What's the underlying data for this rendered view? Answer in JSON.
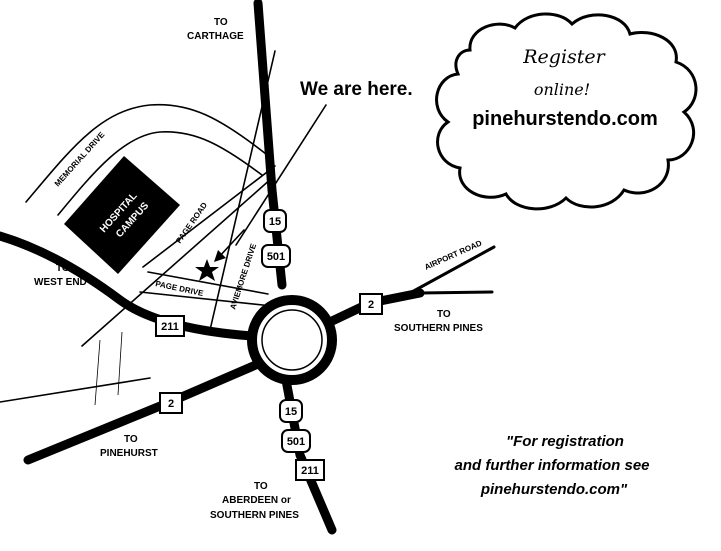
{
  "map": {
    "labels": {
      "to_carthage_to": "TO",
      "to_carthage": "CARTHAGE",
      "we_are_here": "We are here.",
      "memorial_drive": "MEMORIAL DRIVE",
      "hospital_campus_1": "HOSPITAL",
      "hospital_campus_2": "CAMPUS",
      "page_road": "PAGE ROAD",
      "page_drive": "PAGE DRIVE",
      "aviemore_drive": "AVIEMORE DRIVE",
      "airport_road": "AIRPORT ROAD",
      "to_west_end_to": "TO",
      "to_west_end": "WEST END",
      "to_southern_pines_to": "TO",
      "to_southern_pines": "SOUTHERN PINES",
      "to_pinehurst_to": "TO",
      "to_pinehurst": "PINEHURST",
      "to_aberdeen_to": "TO",
      "to_aberdeen_1": "ABERDEEN or",
      "to_aberdeen_2": "SOUTHERN PINES"
    },
    "shields": {
      "us15_top": "15",
      "us501_top": "501",
      "nc2_east": "2",
      "nc211_west": "211",
      "nc2_sw": "2",
      "us15_bottom": "15",
      "us501_bottom": "501",
      "nc211_bottom": "211"
    }
  },
  "callout": {
    "register": "Register",
    "online": "online!",
    "url": "pinehurstendo.com"
  },
  "note": {
    "line1": "\"For registration",
    "line2": "and further information see",
    "line3": "pinehurstendo.com\""
  }
}
